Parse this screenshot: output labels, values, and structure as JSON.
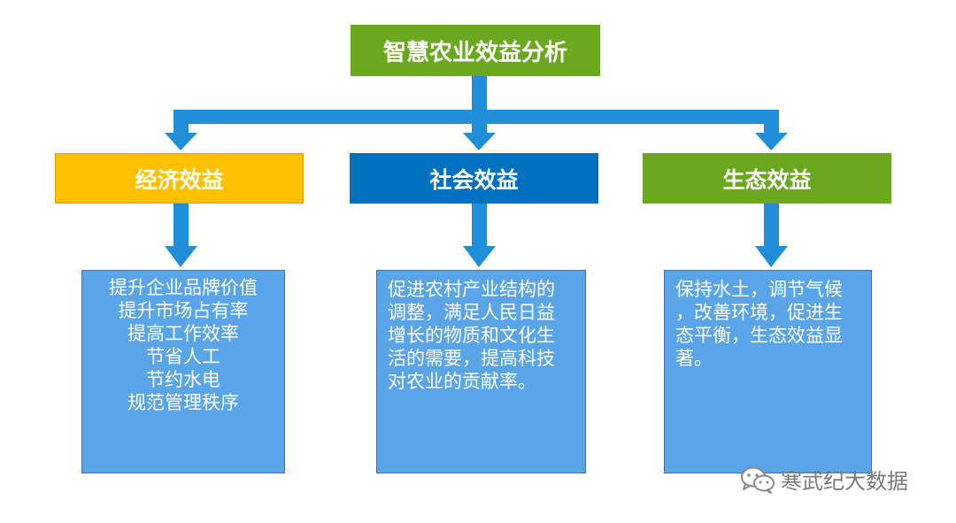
{
  "colors": {
    "connector": "#1f8fd8",
    "root": "#6aa820",
    "econ": "#ffc000",
    "social": "#0070c0",
    "eco": "#6aa820",
    "desc": "#5aa4e8",
    "watermark": "#7a7a7a"
  },
  "root": {
    "title": "智慧农业效益分析"
  },
  "branches": [
    {
      "title": "经济效益",
      "lines": [
        "提升企业品牌价值",
        "提升市场占有率",
        "提高工作效率",
        "节省人工",
        "节约水电",
        "规范管理秩序"
      ]
    },
    {
      "title": "社会效益",
      "lines": [
        "促进农村产业结构的",
        "调整，满足人民日益",
        "增长的物质和文化生",
        "活的需要，提高科技",
        "对农业的贡献率。"
      ]
    },
    {
      "title": "生态效益",
      "lines": [
        "保持水土，调节气候",
        "，改善环境，促进生",
        "态平衡，生态效益显",
        "著。"
      ]
    }
  ],
  "watermark": {
    "icon": "wechat-icon",
    "text": "寒武纪大数据"
  }
}
